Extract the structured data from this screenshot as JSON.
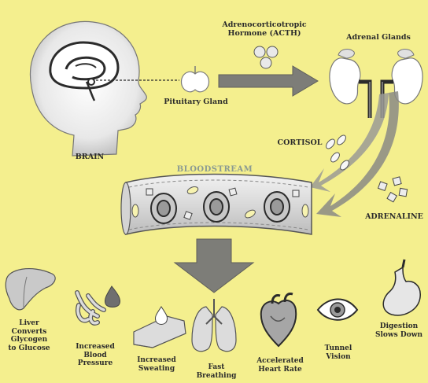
{
  "labels": {
    "acth": "Adrenocorticotropic\nHormone (ACTH)",
    "adrenal_glands": "Adrenal Glands",
    "pituitary_gland": "Pituitary Gland",
    "brain": "BRAIN",
    "cortisol": "CORTISOL",
    "bloodstream": "BLOODSTREAM",
    "adrenaline": "ADRENALINE"
  },
  "effects": [
    {
      "id": "liver",
      "label": "Liver\nConverts\nGlycogen\nto Glucose"
    },
    {
      "id": "blood-pressure",
      "label": "Increased\nBlood\nPressure"
    },
    {
      "id": "sweating",
      "label": "Increased\nSweating"
    },
    {
      "id": "breathing",
      "label": "Fast\nBreathing"
    },
    {
      "id": "heart-rate",
      "label": "Accelerated\nHeart Rate"
    },
    {
      "id": "vision",
      "label": "Tunnel\nVision"
    },
    {
      "id": "digestion",
      "label": "Digestion\nSlows Down"
    }
  ],
  "colors": {
    "background": "#f4ef8e",
    "arrow": "#7d7d78",
    "outline": "#2b2b2b"
  },
  "icons": [
    "brain-head-icon",
    "pituitary-icon",
    "acth-molecules-icon",
    "kidneys-icon",
    "cortisol-pills-icon",
    "bloodstream-vessel-icon",
    "adrenaline-cubes-icon",
    "liver-icon",
    "blood-drop-icon",
    "sweat-drop-icon",
    "lungs-icon",
    "heart-icon",
    "eye-icon",
    "stomach-icon"
  ]
}
